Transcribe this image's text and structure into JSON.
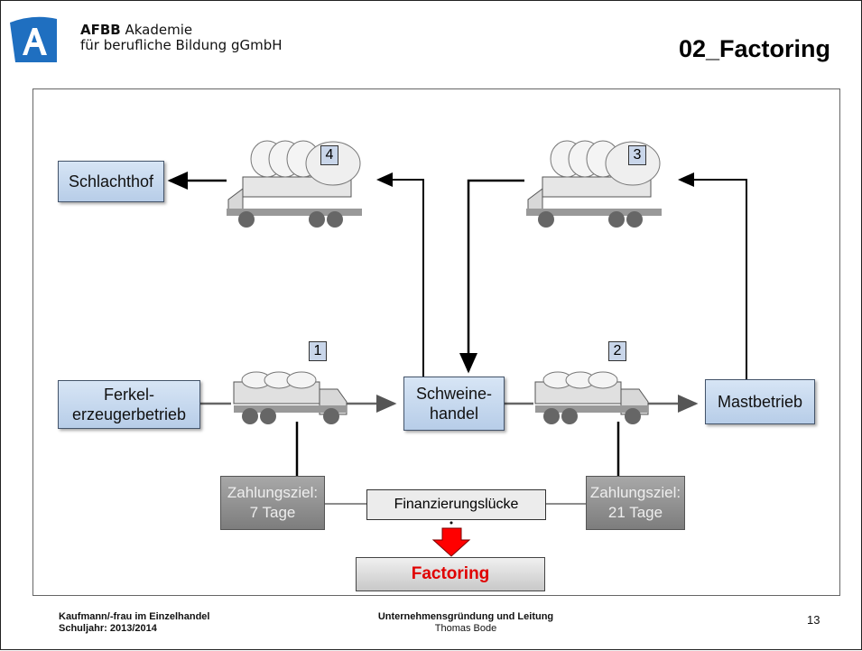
{
  "header": {
    "org_line1_bold": "AFBB",
    "org_line1_rest": " Akademie",
    "org_line2": "für berufliche Bildung gGmbH",
    "title": "02_Factoring"
  },
  "diagram": {
    "boxes": {
      "schlachthof": "Schlachthof",
      "ferkel_line1": "Ferkel-",
      "ferkel_line2": "erzeugerbetrieb",
      "schweine_line1": "Schweine-",
      "schweine_line2": "handel",
      "mastbetrieb": "Mastbetrieb"
    },
    "numbers": [
      "1",
      "2",
      "3",
      "4"
    ],
    "payment_left_line1": "Zahlungsziel:",
    "payment_left_line2": "7 Tage",
    "payment_right_line1": "Zahlungsziel:",
    "payment_right_line2": "21 Tage",
    "gap_label": "Finanzierungslücke",
    "result_label": "Factoring",
    "colors": {
      "box_fill": "#c6d8ef",
      "result_text": "#e00000",
      "arrow_down": "#ff0000"
    }
  },
  "footer": {
    "left_line1": "Kaufmann/-frau im Einzelhandel",
    "left_line2": "Schuljahr: 2013/2014",
    "center_line1": "Unternehmensgründung und Leitung",
    "center_line2": "Thomas Bode",
    "page_number": "13"
  }
}
